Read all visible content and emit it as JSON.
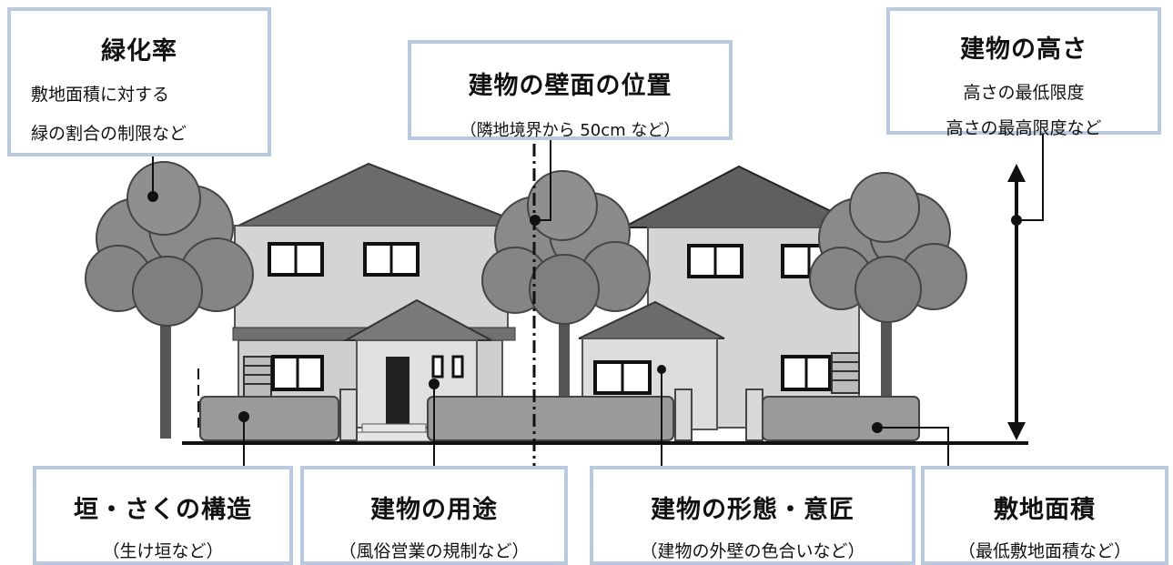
{
  "labels": {
    "greenery": {
      "title": "緑化率",
      "line1": "敷地面積に対する",
      "line2": "緑の割合の制限など"
    },
    "wall_position": {
      "title": "建物の壁面の位置",
      "line1": "（隣地境界から 50cm など）"
    },
    "height": {
      "title": "建物の高さ",
      "line1": "高さの最低限度",
      "line2": "高さの最高限度など"
    },
    "fence": {
      "title": "垣・さくの構造",
      "line1": "（生け垣など）"
    },
    "use": {
      "title": "建物の用途",
      "line1": "（風俗営業の規制など）"
    },
    "form": {
      "title": "建物の形態・意匠",
      "line1": "（建物の外壁の色合いなど）"
    },
    "site_area": {
      "title": "敷地面積",
      "line1": "（最低敷地面積など）"
    }
  },
  "colors": {
    "box_border": "#b9c9de",
    "roof": "#6b6b6b",
    "wall": "#d4d4d4",
    "tree": "#8a8a8a",
    "hedge": "#9a9a9a",
    "leader": "#111111"
  }
}
